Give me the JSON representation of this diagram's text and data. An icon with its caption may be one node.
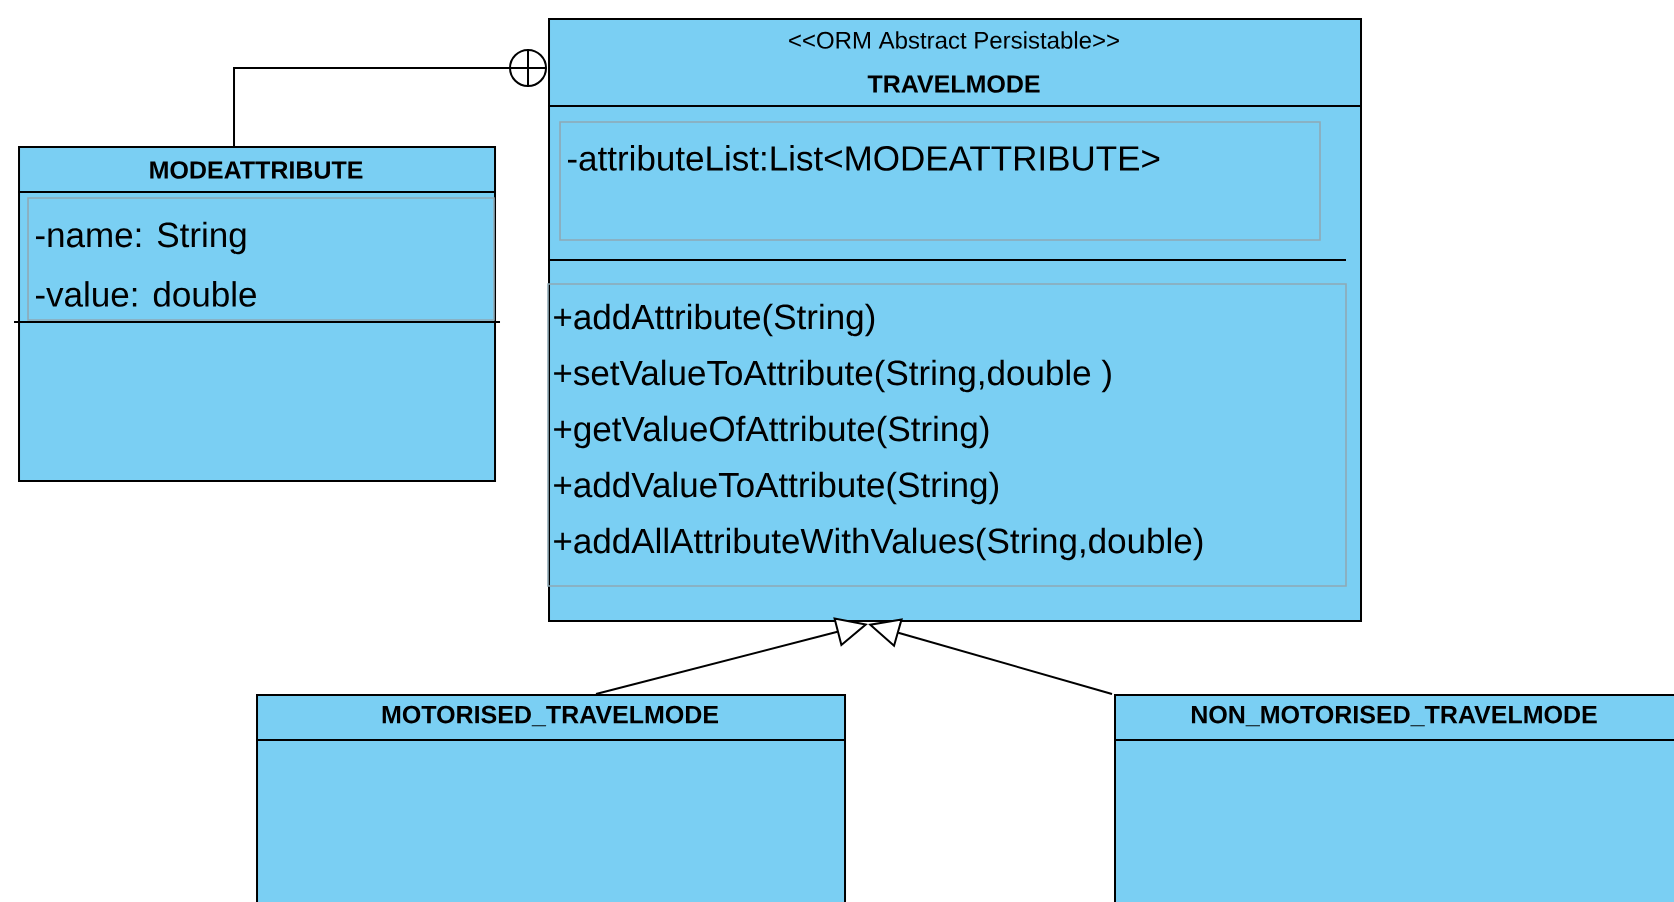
{
  "diagram": {
    "nodes": [
      {
        "text": [
          "MODEATTRIBUTE",
          "-name: String",
          "-value: double"
        ]
      },
      {
        "text": [
          "<<ORM Abstract Persistable>>",
          "TRAVELMODE",
          "-attributeList:List<MODEATTRIBUTE>",
          "+addAttribute(String)",
          "+setValueToAttribute(String,double )",
          "+getValueOfAttribute(String)",
          "+addValueToAttribute(String)",
          "+addAllAttributeWithValues(String,double)"
        ]
      },
      {
        "text": [
          "MOTORISED_TRAVELMODE"
        ]
      },
      {
        "text": [
          "NON_MOTORISED_TRAVELMODE"
        ]
      }
    ],
    "edges": [
      {
        "from": 0,
        "to": 1,
        "arrow": "other"
      },
      {
        "from": 2,
        "to": 1,
        "arrow": "to"
      },
      {
        "from": 3,
        "to": 1,
        "arrow": "to"
      }
    ]
  }
}
